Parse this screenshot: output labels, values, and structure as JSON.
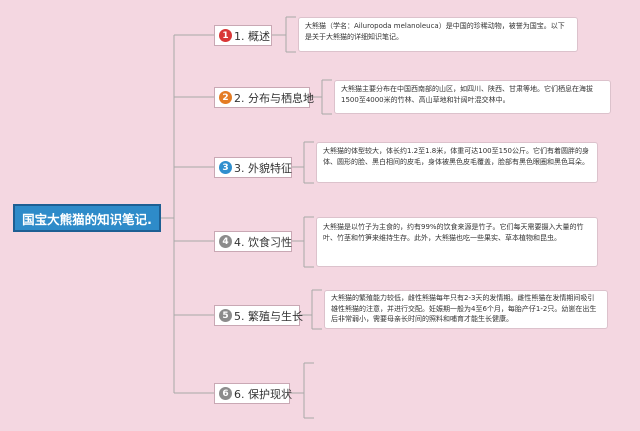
{
  "root": {
    "title": "国宝大熊猫的知识笔记."
  },
  "colors": {
    "background": "#f4d7e1",
    "root_fill": "#2e8bc9",
    "connector": "#a8a8a8",
    "badge_1": "#d93636",
    "badge_2": "#e47c24",
    "badge_3": "#2f8fce",
    "badge_4": "#8c8c8c",
    "badge_5": "#8c8c8c",
    "badge_6": "#8c8c8c"
  },
  "branches": [
    {
      "number": "1",
      "label": "1. 概述",
      "note": "大熊猫（学名：Ailuropoda melanoleuca）是中国的珍稀动物，被誉为国宝。以下是关于大熊猫的详细知识笔记。"
    },
    {
      "number": "2",
      "label": "2. 分布与栖息地",
      "note": "大熊猫主要分布在中国西南部的山区，如四川、陕西、甘肃等地。它们栖息在海拔1500至4000米的竹林、高山草地和针阔叶混交林中。"
    },
    {
      "number": "3",
      "label": "3. 外貌特征",
      "note": "大熊猫的体型较大，体长约1.2至1.8米，体重可达100至150公斤。它们有着圆胖的身体、圆形的脸、黑白相间的皮毛，身体被黑色皮毛覆盖，脸部有黑色眼圈和黑色耳朵。"
    },
    {
      "number": "4",
      "label": "4. 饮食习性",
      "note": "大熊猫是以竹子为主食的，约有99%的饮食来源是竹子。它们每天需要摄入大量的竹叶、竹茎和竹笋来维持生存。此外，大熊猫也吃一些果实、草本植物和昆虫。"
    },
    {
      "number": "5",
      "label": "5. 繁殖与生长",
      "note": "大熊猫的繁殖能力较低，雌性熊猫每年只有2-3天的发情期。雌性熊猫在发情期间吸引雄性熊猫的注意，并进行交配。妊娠期一般为4至6个月，每胎产仔1-2只。幼崽在出生后非常弱小，需要母亲长时间的照料和哺育才能生长健康。"
    },
    {
      "number": "6",
      "label": "6. 保护现状",
      "note": ""
    }
  ]
}
